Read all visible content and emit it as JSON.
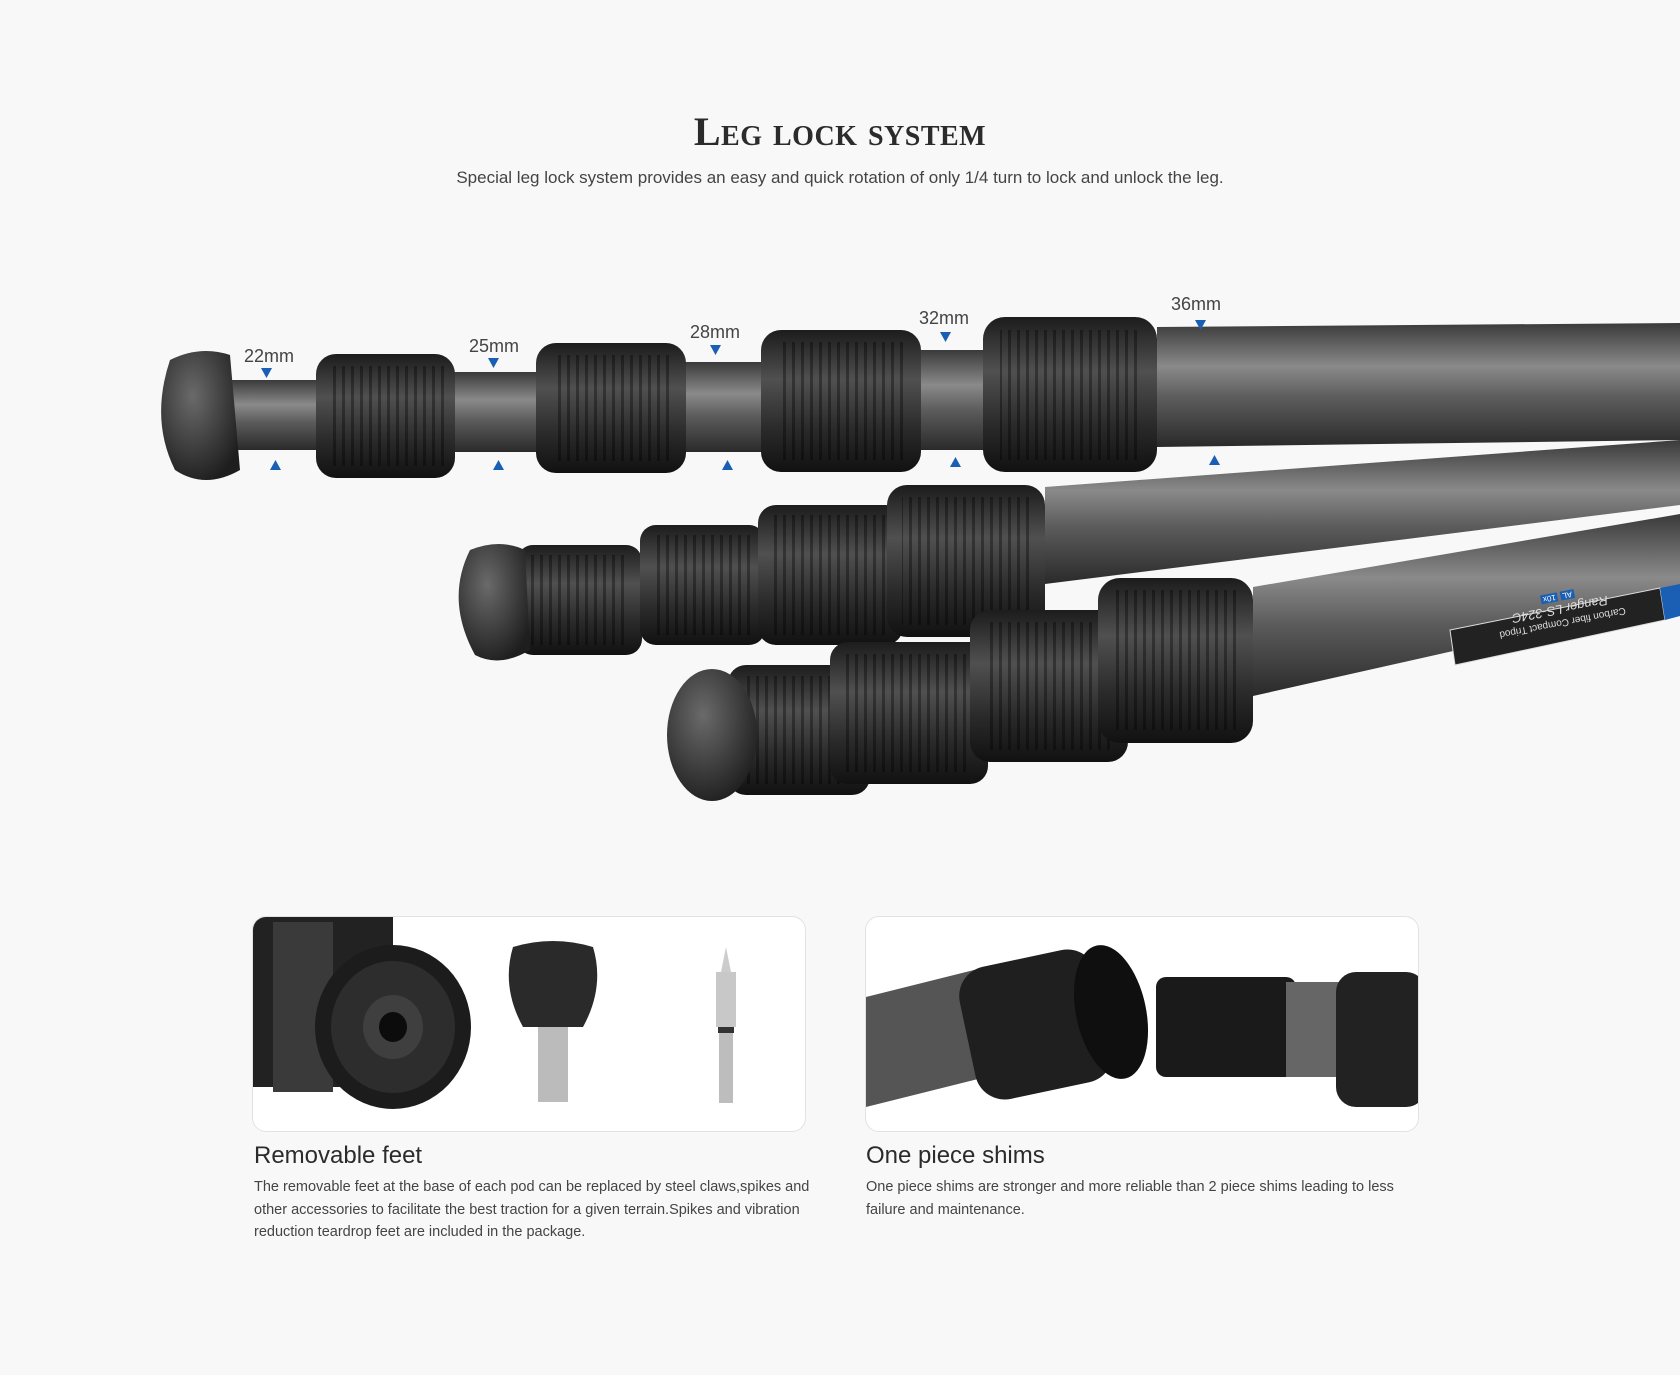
{
  "header": {
    "title": "Leg lock system",
    "subtitle": "Special leg lock system provides an easy and quick rotation of only 1/4 turn to  lock and unlock the leg."
  },
  "hero": {
    "dimensions": [
      "22mm",
      "25mm",
      "28mm",
      "32mm",
      "36mm"
    ],
    "leg_label": {
      "brand": "Ranger",
      "model": "LS-324C",
      "description": "Carbon fiber Compact Tripod",
      "badges": [
        "AL",
        "10x"
      ]
    },
    "accent_color": "#1a5fb4"
  },
  "features": [
    {
      "title": "Removable feet",
      "body": "The removable feet at the base of each pod can be replaced by steel claws,spikes and other accessories to facilitate the best traction for a given terrain.Spikes and vibration reduction teardrop feet are included in the package."
    },
    {
      "title": "One piece shims",
      "body": "One piece shims are stronger and more reliable than 2 piece shims leading to less failure and maintenance."
    }
  ]
}
